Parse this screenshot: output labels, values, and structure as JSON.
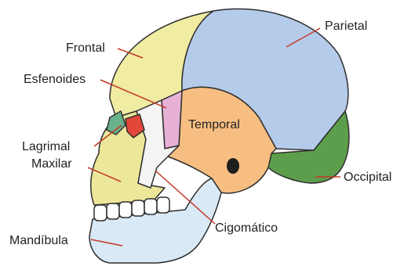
{
  "colors": {
    "frontal": "#f0eca2",
    "parietal": "#b5cbea",
    "occipital": "#5d9e4c",
    "temporal": "#f7be82",
    "esfenoides": "#e7b1d6",
    "zigomatico": "#f4f4f4",
    "maxilar": "#ede79a",
    "mandibula": "#d9e9f5",
    "lagrimal": "#6ab28a",
    "lagrimal_red": "#e3473a",
    "outline": "#2f2f2f",
    "leader": "#c43a2a"
  },
  "labels": {
    "parietal": "Parietal",
    "frontal": "Frontal",
    "esfenoides": "Esfenoides",
    "temporal": "Temporal",
    "lagrimal": "Lagrimal",
    "maxilar": "Maxilar",
    "occipital": "Occipital",
    "cigomatico": "Cigomático",
    "mandibula": "Mandíbula"
  }
}
